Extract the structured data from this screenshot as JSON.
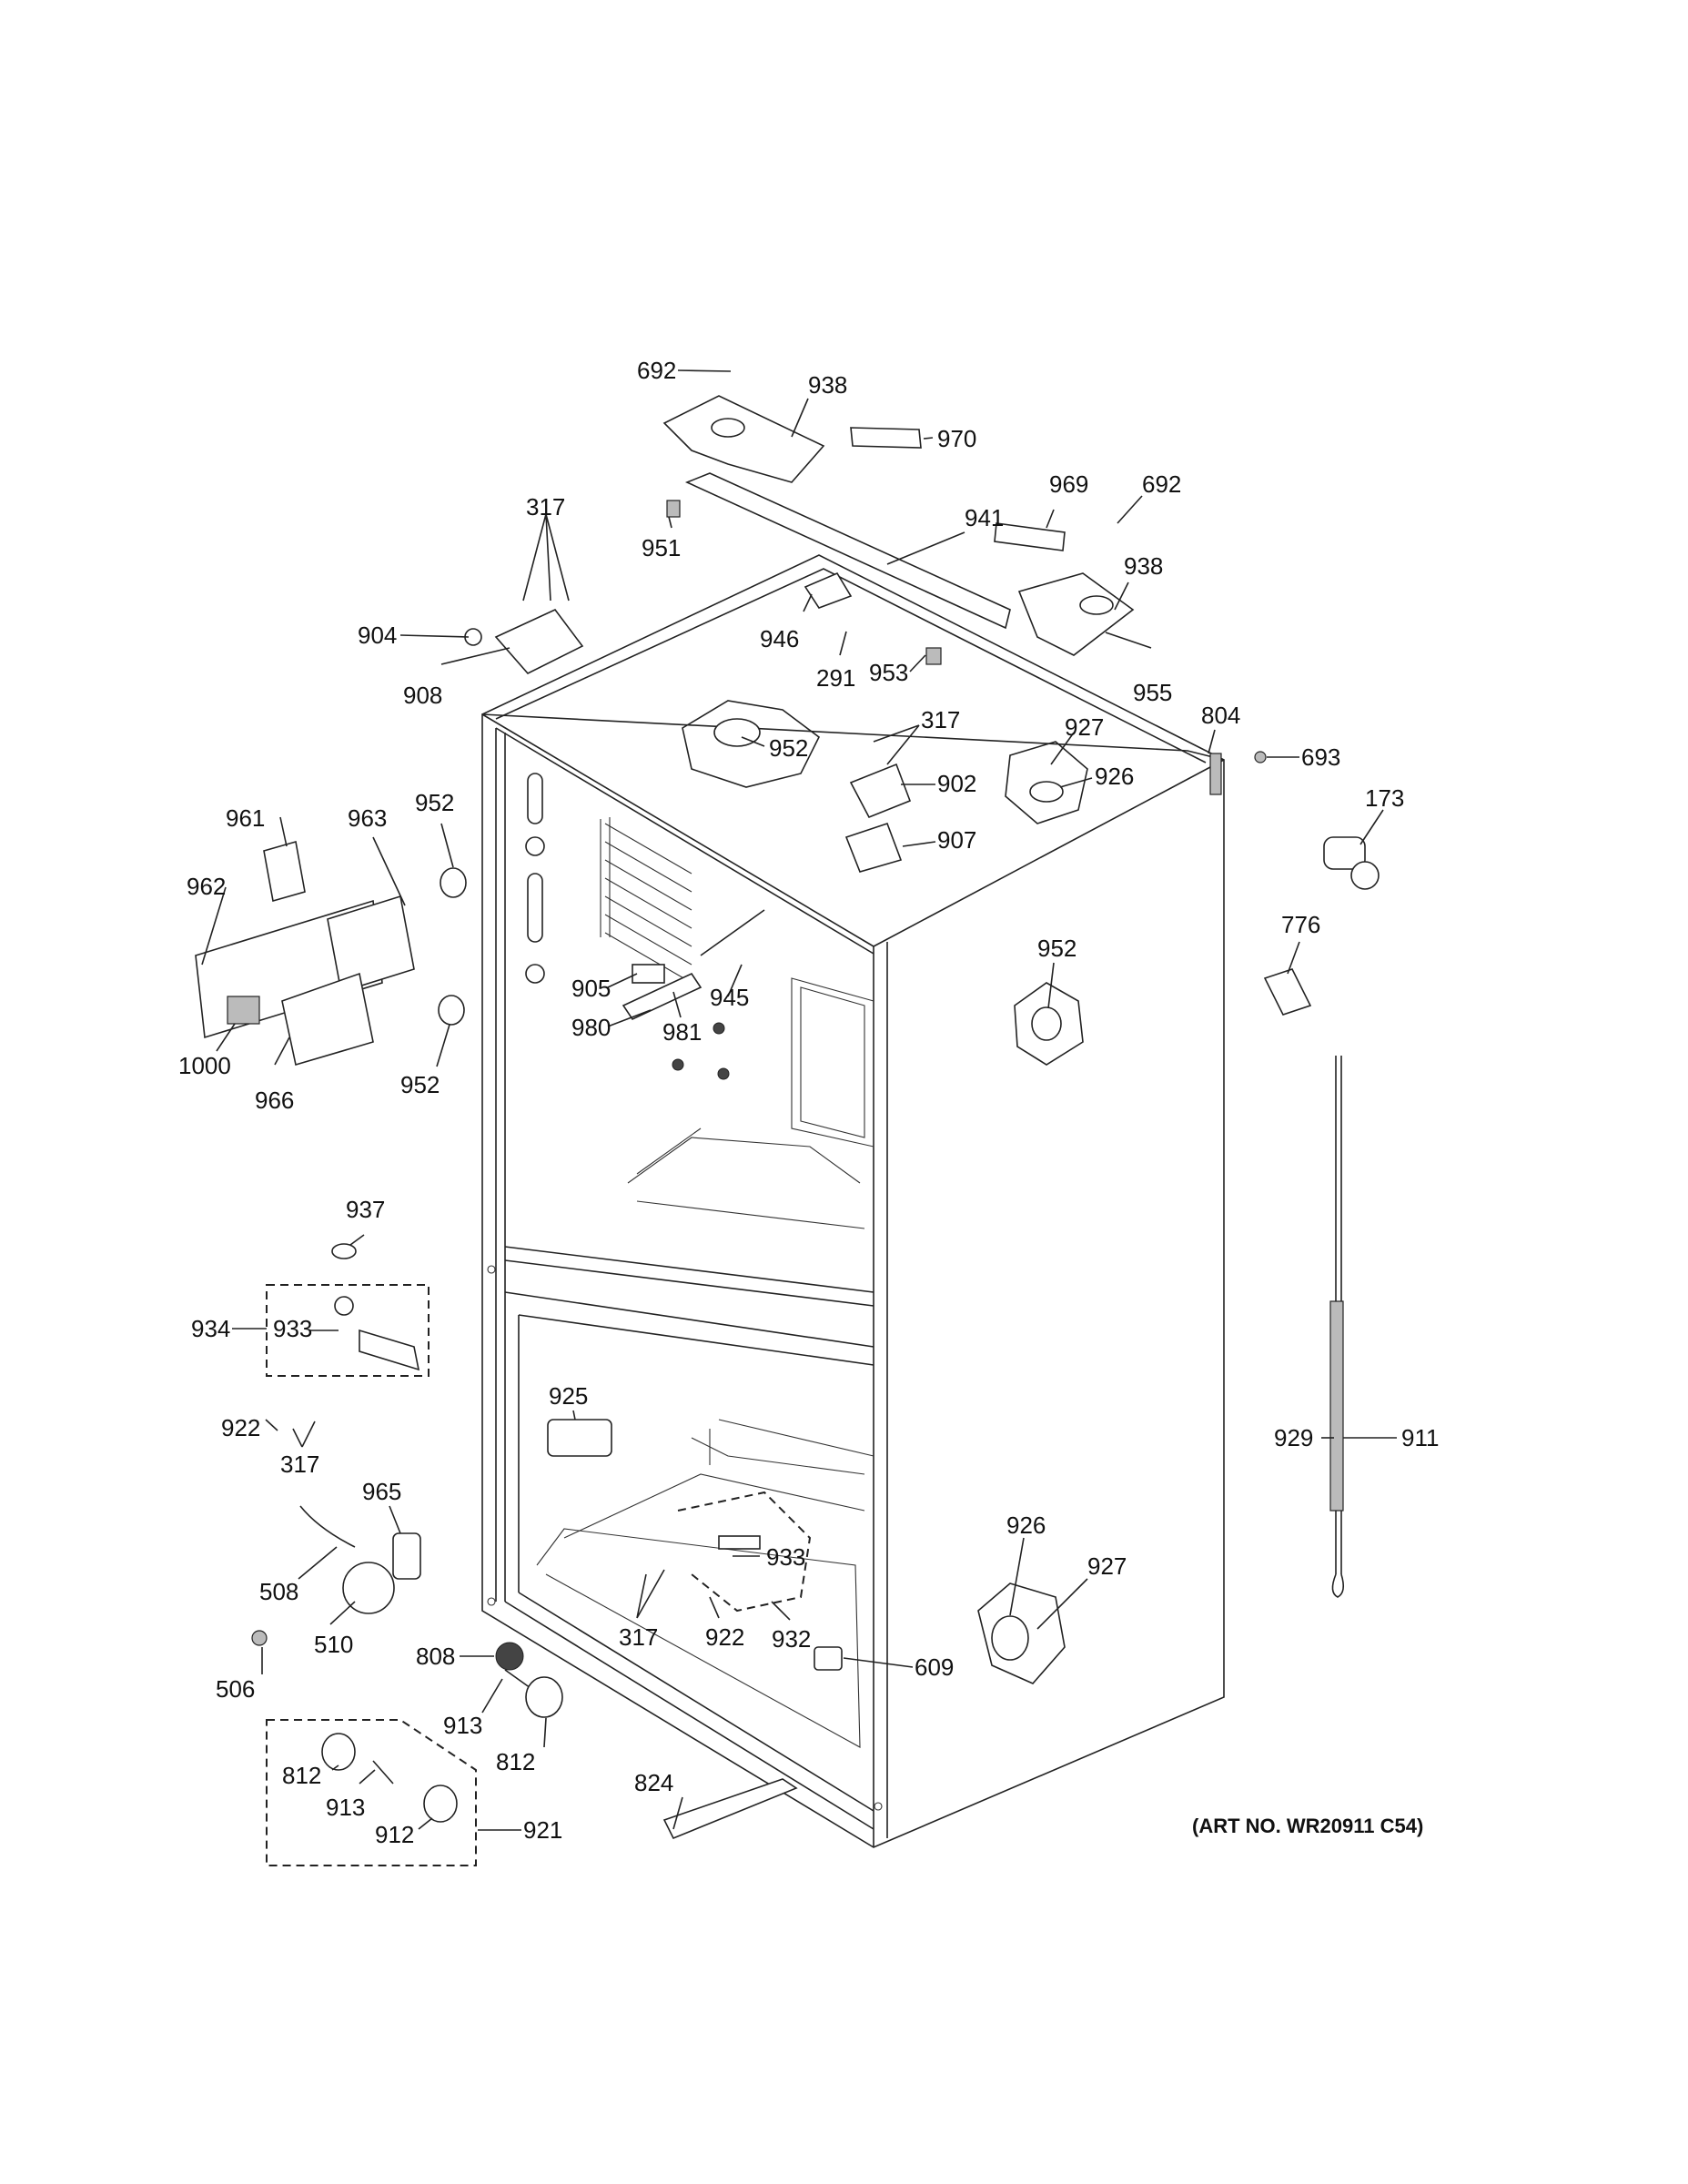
{
  "art_number": "(ART NO. WR20911 C54)",
  "callouts": {
    "c692a": "692",
    "c938a": "938",
    "c970": "970",
    "c969": "969",
    "c692b": "692",
    "c941": "941",
    "c951": "951",
    "c938b": "938",
    "c317a": "317",
    "c904": "904",
    "c908": "908",
    "c946": "946",
    "c291": "291",
    "c953": "953",
    "c955": "955",
    "c804": "804",
    "c693": "693",
    "c317b": "317",
    "c927a": "927",
    "c926a": "926",
    "c952a": "952",
    "c902": "902",
    "c907": "907",
    "c173": "173",
    "c961": "961",
    "c963": "963",
    "c952b": "952",
    "c962": "962",
    "c776": "776",
    "c952c": "952",
    "c905": "905",
    "c980": "980",
    "c981": "981",
    "c945": "945",
    "c1000": "1000",
    "c966": "966",
    "c952d": "952",
    "c937": "937",
    "c934": "934",
    "c933a": "933",
    "c922a": "922",
    "c317c": "317",
    "c925": "925",
    "c929": "929",
    "c911": "911",
    "c965": "965",
    "c508": "508",
    "c510": "510",
    "c933b": "933",
    "c926b": "926",
    "c927b": "927",
    "c317d": "317",
    "c922b": "922",
    "c932": "932",
    "c506": "506",
    "c808": "808",
    "c609": "609",
    "c913a": "913",
    "c812a": "812",
    "c824": "824",
    "c812b": "812",
    "c913b": "913",
    "c912": "912",
    "c921": "921"
  }
}
